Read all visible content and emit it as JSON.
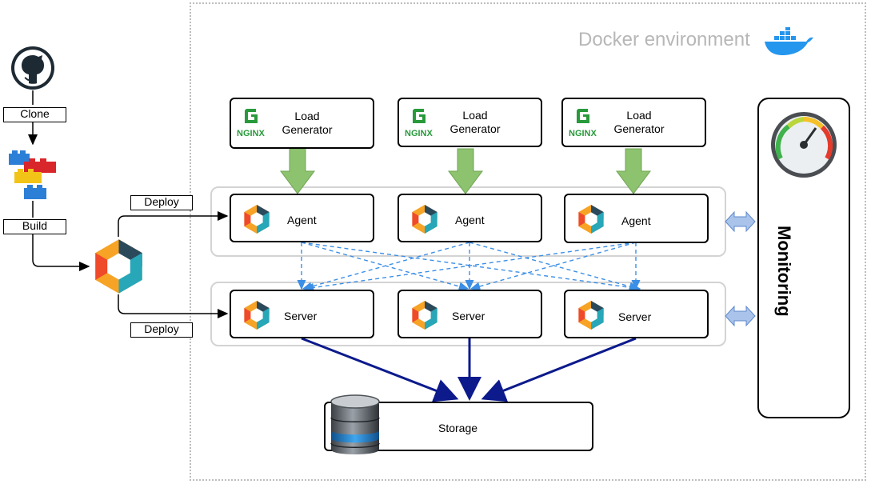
{
  "env": {
    "title": "Docker environment",
    "icon": "docker-whale-icon"
  },
  "pipeline": {
    "clone_label": "Clone",
    "build_label": "Build",
    "deploy_agent_label": "Deploy",
    "deploy_server_label": "Deploy"
  },
  "load_generators": [
    {
      "label_line1": "Load",
      "label_line2": "Generator",
      "logo_text": "NGINX"
    },
    {
      "label_line1": "Load",
      "label_line2": "Generator",
      "logo_text": "NGINX"
    },
    {
      "label_line1": "Load",
      "label_line2": "Generator",
      "logo_text": "NGINX"
    }
  ],
  "agents": [
    {
      "label": "Agent"
    },
    {
      "label": "Agent"
    },
    {
      "label": "Agent"
    }
  ],
  "servers": [
    {
      "label": "Server"
    },
    {
      "label": "Server"
    },
    {
      "label": "Server"
    }
  ],
  "storage": {
    "label": "Storage"
  },
  "monitoring": {
    "label": "Monitoring"
  },
  "colors": {
    "green_arrow": "#8dc26f",
    "dashed_arrow": "#3c8fe6",
    "storage_arrow": "#0c1a8c",
    "bidir_arrow": "#a9c3ea"
  }
}
